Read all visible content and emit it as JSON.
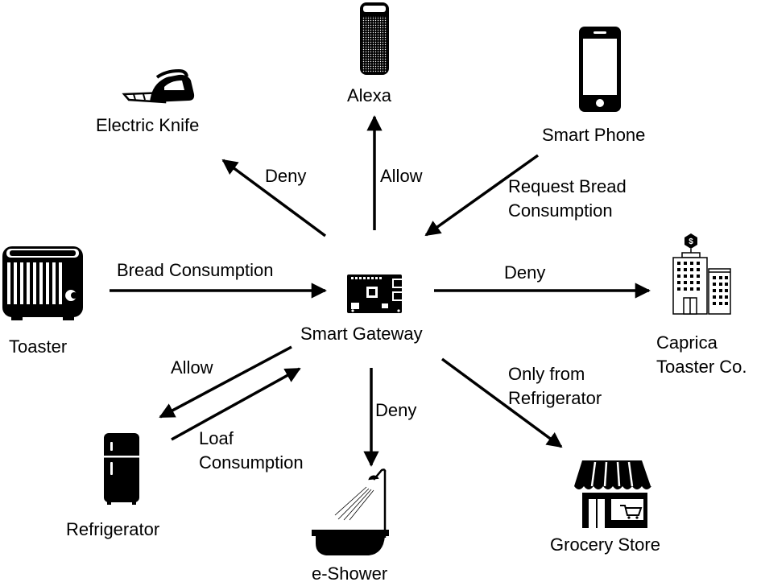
{
  "nodes": {
    "gateway": "Smart Gateway",
    "alexa": "Alexa",
    "knife": "Electric Knife",
    "phone": "Smart Phone",
    "toaster": "Toaster",
    "caprica": "Caprica\nToaster Co.",
    "refrigerator": "Refrigerator",
    "shower": "e-Shower",
    "grocery": "Grocery Store"
  },
  "edges": {
    "knife": "Deny",
    "alexa": "Allow",
    "phone": "Request Bread\nConsumption",
    "toaster": "Bread Consumption",
    "caprica": "Deny",
    "fridge_allow": "Allow",
    "fridge_loaf": "Loaf\nConsumption",
    "shower": "Deny",
    "grocery": "Only from\nRefrigerator"
  },
  "icons": {
    "gateway": "circuit-board-icon",
    "alexa": "smart-speaker-icon",
    "knife": "electric-knife-icon",
    "phone": "smartphone-icon",
    "toaster": "toaster-icon",
    "caprica": "office-building-icon",
    "refrigerator": "refrigerator-icon",
    "shower": "shower-icon",
    "grocery": "storefront-icon"
  },
  "colors": {
    "ink": "#000000",
    "background": "#ffffff"
  }
}
